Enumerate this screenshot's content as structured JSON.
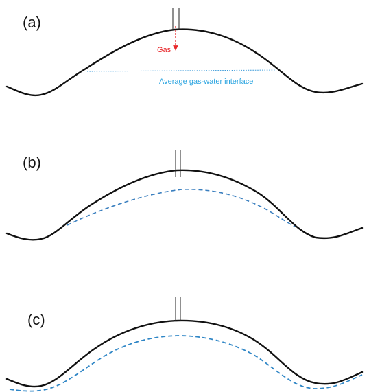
{
  "panels": [
    {
      "label": "(a)",
      "gas_label": "Gas",
      "interface_label": "Average gas-water interface"
    },
    {
      "label": "(b)"
    },
    {
      "label": "(c)"
    }
  ],
  "colors": {
    "surface": "#111111",
    "gas": "#e8292c",
    "interface_text": "#2aa4e0",
    "interface_line": "#3a7fbf"
  }
}
